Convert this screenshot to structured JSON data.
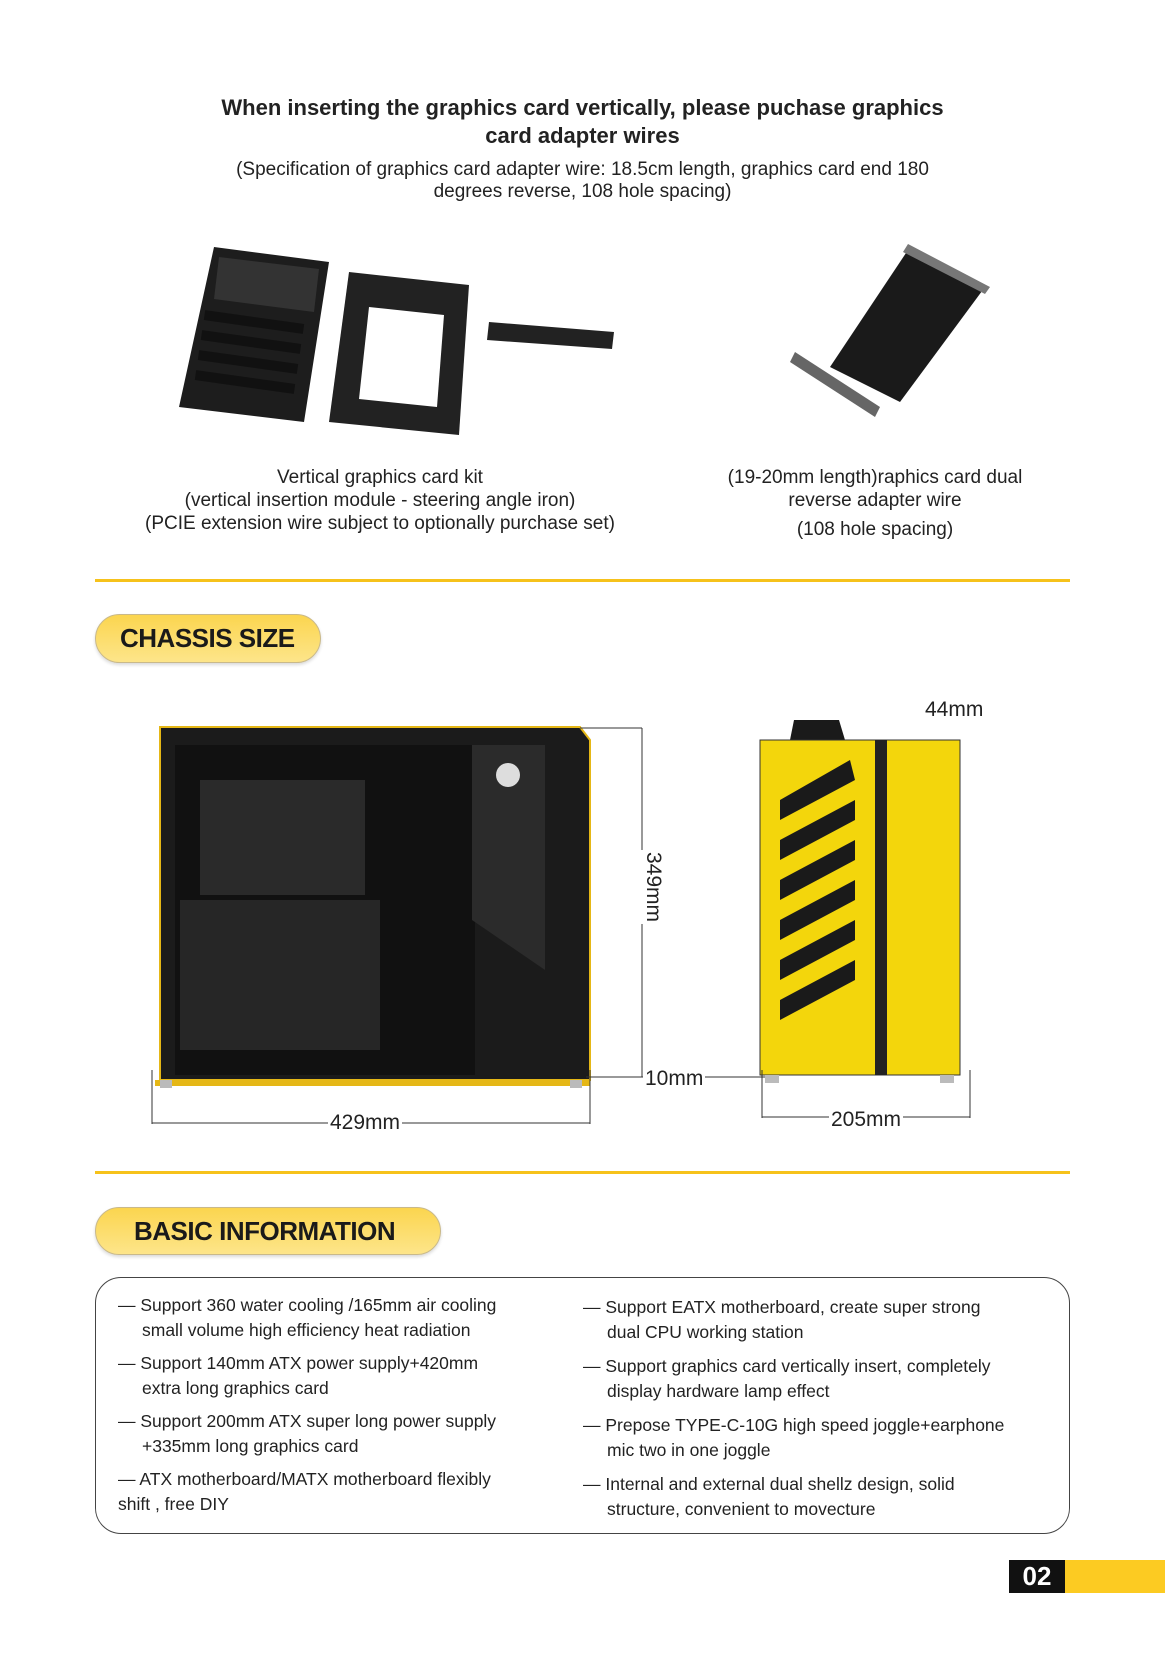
{
  "heading": {
    "line1": "When inserting the graphics card vertically, please puchase  graphics",
    "line2": "card adapter wires"
  },
  "spec": {
    "line1": "(Specification of graphics card adapter wire: 18.5cm length, graphics card end 180",
    "line2": "degrees reverse, 108 hole spacing)"
  },
  "kit_caption": [
    "Vertical graphics card kit",
    "(vertical insertion module - steering angle iron)",
    "(PCIE extension wire subject to optionally purchase set)"
  ],
  "riser_caption": [
    "(19-20mm length)raphics card dual",
    "reverse adapter wire",
    "(108 hole spacing)"
  ],
  "chassis_size": {
    "label": "CHASSIS SIZE",
    "height": "349mm",
    "length": "429mm",
    "feet": "10mm",
    "top": "44mm",
    "width": "205mm"
  },
  "basic_info": {
    "label": "BASIC  INFORMATION",
    "left": [
      [
        "— Support 360 water cooling /165mm air cooling",
        "small volume high efficiency heat radiation"
      ],
      [
        "— Support 140mm ATX power supply+420mm",
        "extra long graphics card"
      ],
      [
        "— Support 200mm ATX super long power supply",
        "+335mm long graphics card"
      ],
      [
        "— ATX motherboard/MATX motherboard flexibly",
        "shift , free DIY"
      ]
    ],
    "right": [
      [
        "— Support EATX motherboard, create super strong",
        "dual CPU working station"
      ],
      [
        "— Support graphics card vertically insert, completely",
        "display hardware lamp effect"
      ],
      [
        "— Prepose TYPE-C-10G high speed joggle+earphone",
        "mic two in one joggle"
      ],
      [
        "— Internal and external dual shellz design, solid",
        "structure, convenient to movecture"
      ]
    ]
  },
  "page_number": "02",
  "colors": {
    "accent": "#f6c21b",
    "case_yellow": "#f3d60c"
  }
}
